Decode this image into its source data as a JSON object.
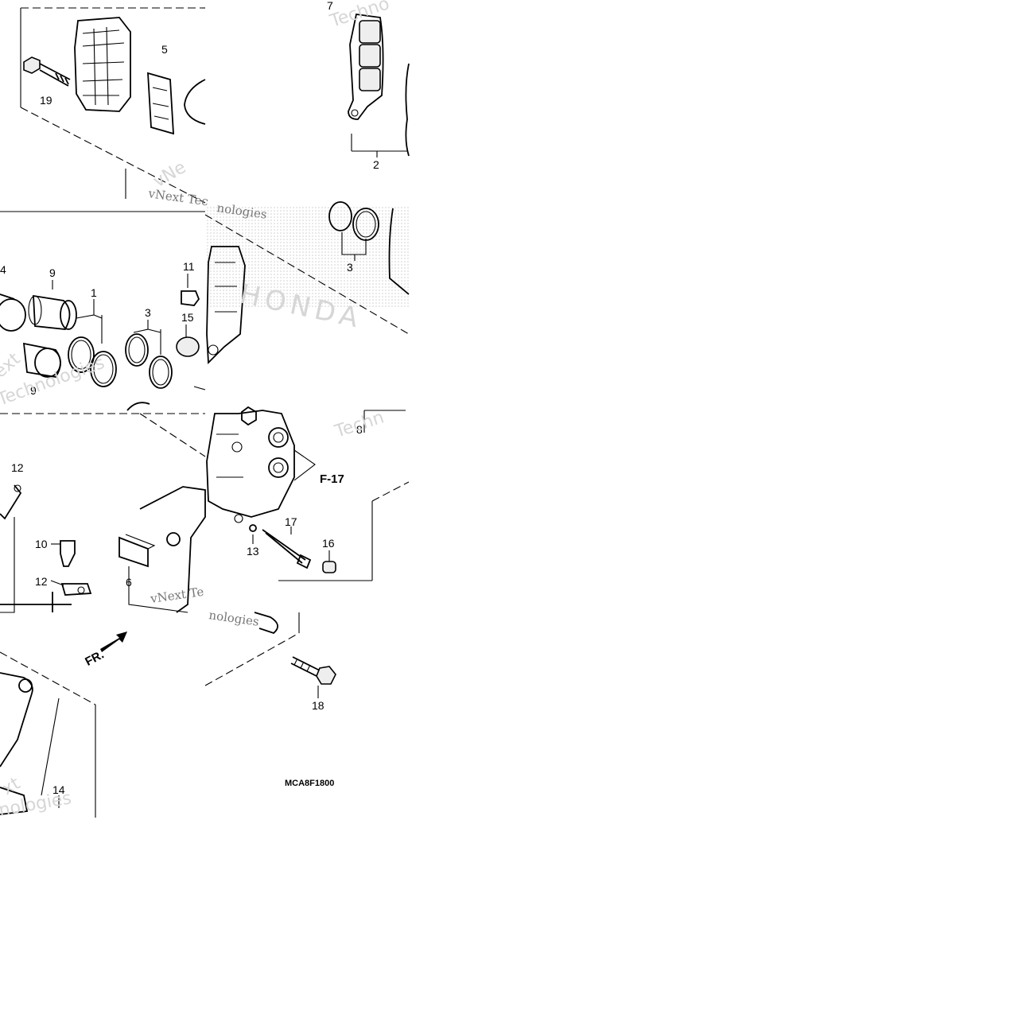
{
  "callouts": {
    "c1": "1",
    "c2": "2",
    "c3a": "3",
    "c3b": "3",
    "c4": "4",
    "c5": "5",
    "c6": "6",
    "c7": "7",
    "c8": "8",
    "c9a": "9",
    "c9b": "9",
    "c10": "10",
    "c11": "11",
    "c12a": "12",
    "c12b": "12",
    "c13": "13",
    "c14": "14",
    "c15": "15",
    "c16": "16",
    "c17": "17",
    "c18": "18",
    "c19": "19"
  },
  "reference_f17": "F-17",
  "front_marker": "FR.",
  "diagram_code": "MCA8F1800",
  "watermarks": {
    "w1": "Techno",
    "w2": "vNext Tec",
    "w3": "nologies",
    "w4": "Techn",
    "w5": "vNext Te",
    "w6": "nologies",
    "w7": "Technologies",
    "w8": "xt",
    "w9": "nologies",
    "w10": "vNe",
    "w11": "ext",
    "w12": "HONDA"
  },
  "colors": {
    "line": "#000000",
    "watermark": "#d6d6d6",
    "screen": "#cfcfcf"
  }
}
